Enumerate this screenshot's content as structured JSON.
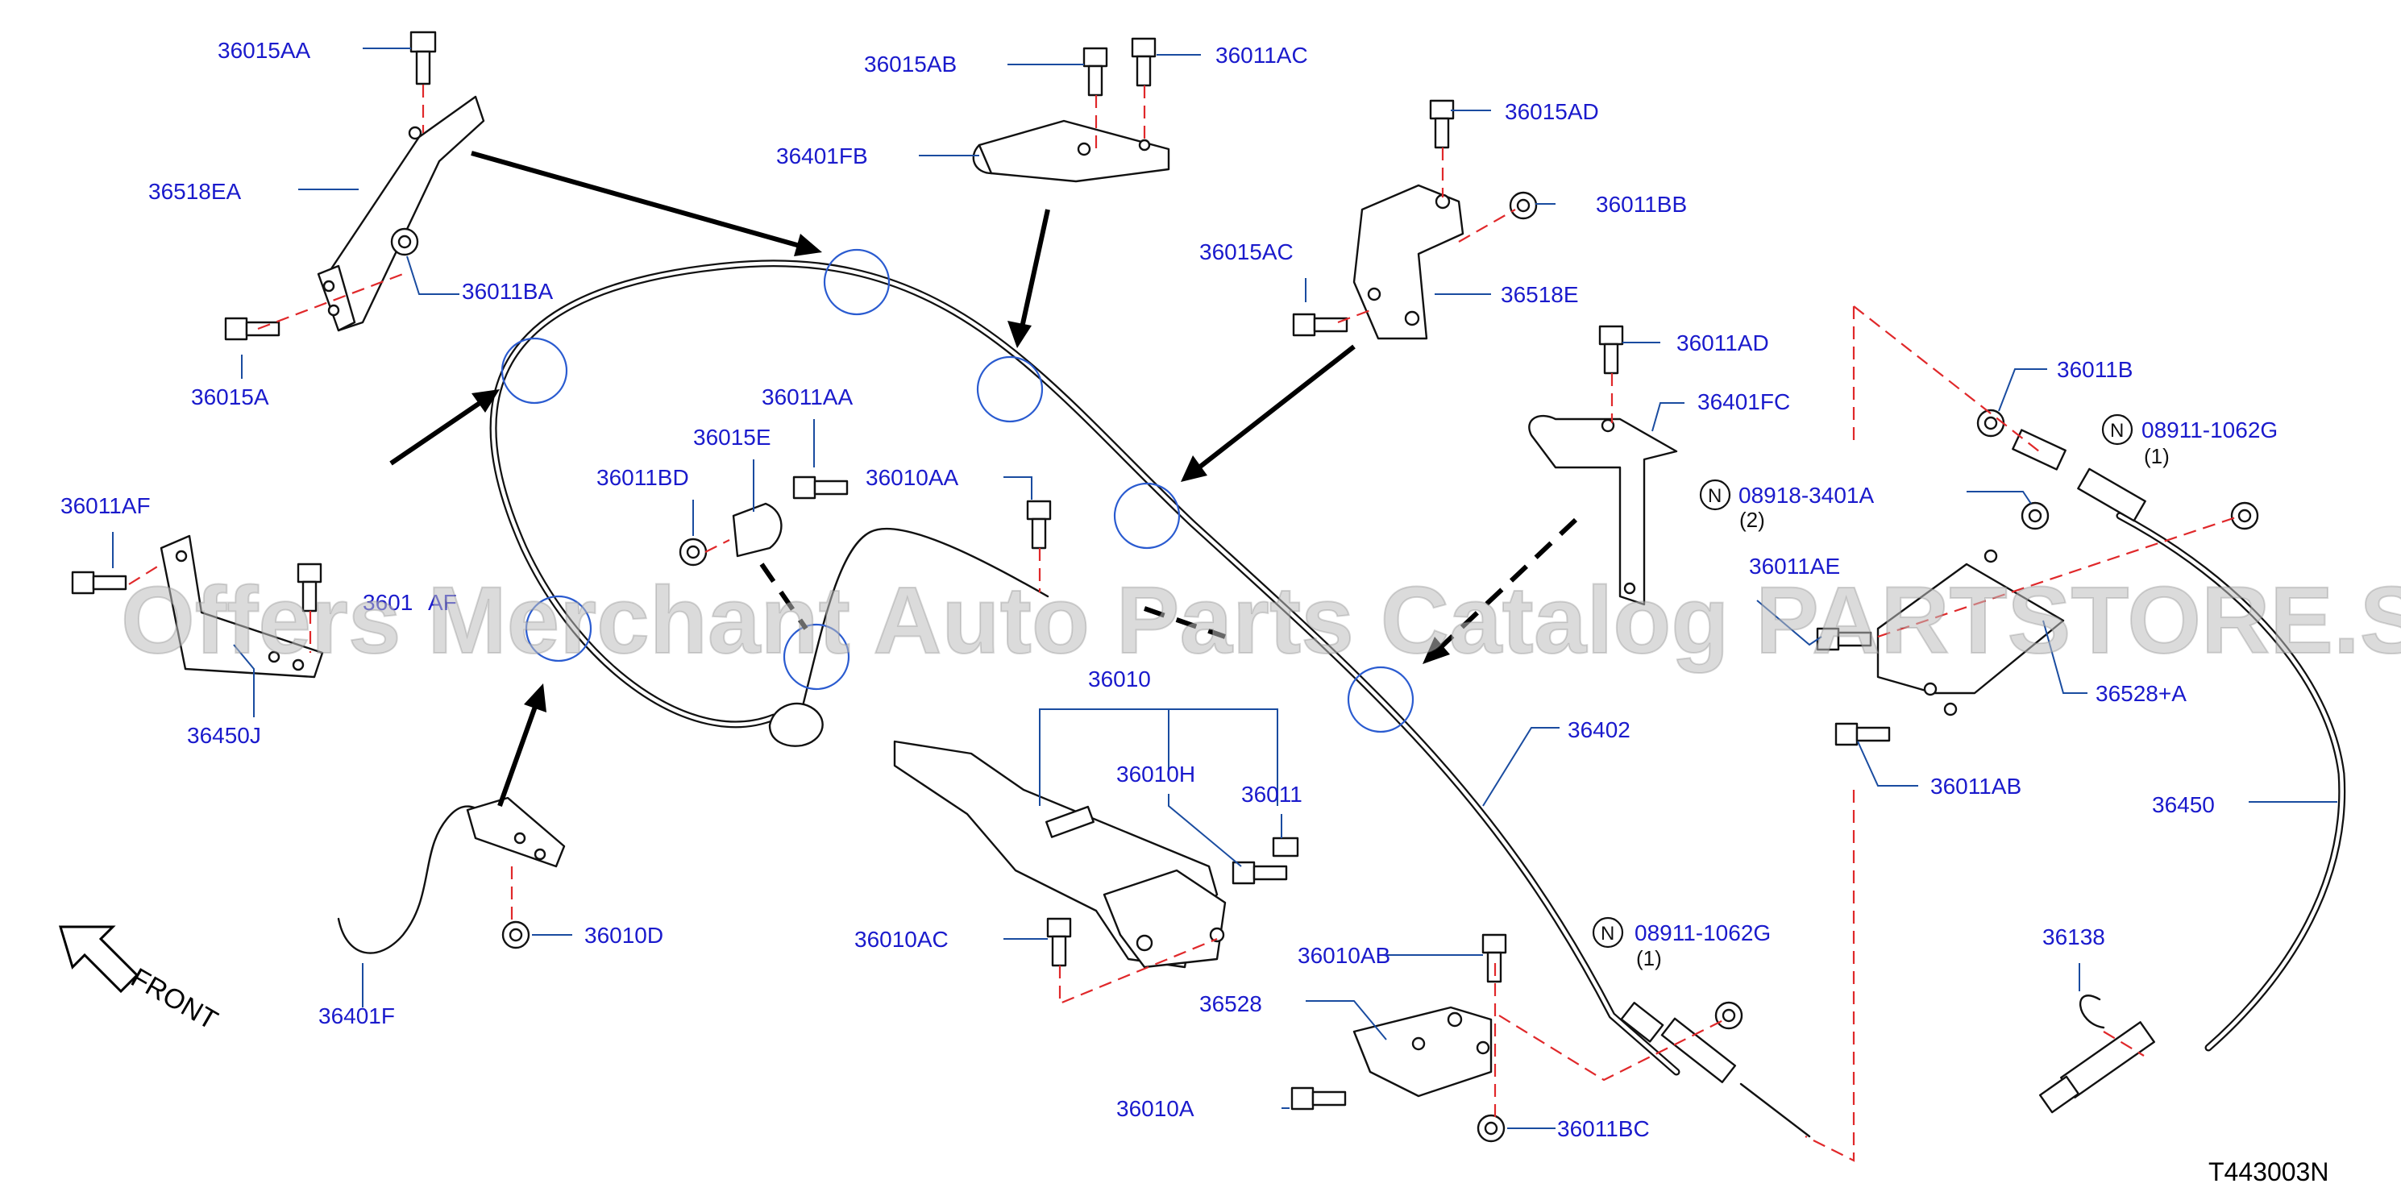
{
  "diagram_code": "T443003N",
  "watermark": "Offers Merchant Auto Parts Catalog PARTSTORE.SA",
  "front_label": "FRONT",
  "n_symbol": "N",
  "labels": {
    "p36015AA": "36015AA",
    "p36518EA": "36518EA",
    "p36011BA": "36011BA",
    "p36015A": "36015A",
    "p36015AB": "36015AB",
    "p36011AC": "36011AC",
    "p36401FB": "36401FB",
    "p36015AD": "36015AD",
    "p36011BB": "36011BB",
    "p36015AC": "36015AC",
    "p36518E": "36518E",
    "p36011AD": "36011AD",
    "p36401FC": "36401FC",
    "p36011B": "36011B",
    "p08911_top": "08911-1062G",
    "p08911_top_qty": "(1)",
    "p08918": "08918-3401A",
    "p08918_qty": "(2)",
    "p36011AE": "36011AE",
    "p36528A": "36528+A",
    "p36011AB": "36011AB",
    "p36450": "36450",
    "p36138": "36138",
    "p36011AF": "36011AF",
    "p36011AF_b": "3601",
    "p36011AF_c": "AF",
    "p36450J": "36450J",
    "p36011BD": "36011BD",
    "p36015E": "36015E",
    "p36011AA": "36011AA",
    "p36010AA": "36010AA",
    "p36010": "36010",
    "p36010H": "36010H",
    "p36011": "36011",
    "p36010AC": "36010AC",
    "p36528": "36528",
    "p36402": "36402",
    "p08911_bot": "08911-1062G",
    "p08911_bot_qty": "(1)",
    "p36010AB": "36010AB",
    "p36010A": "36010A",
    "p36011BC": "36011BC",
    "p36401F": "36401F",
    "p36010D": "36010D"
  }
}
